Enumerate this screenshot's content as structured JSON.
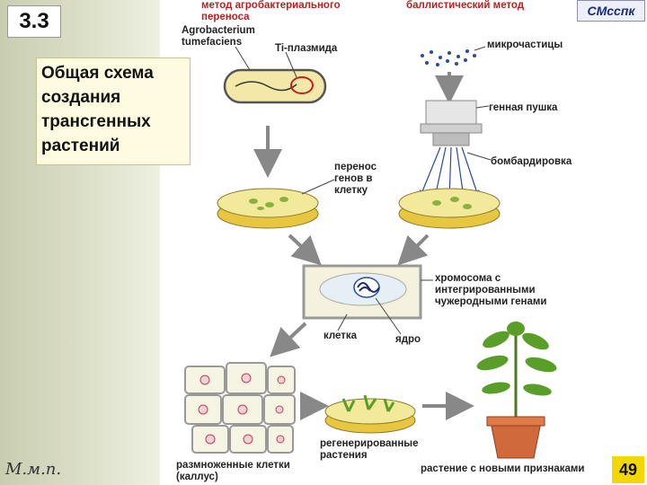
{
  "slide": {
    "number": "3.3",
    "title": "Общая схема\nсоздания\nтрансгенных\nрастений",
    "author": "М.м.п.",
    "brand": "СМсспк",
    "page": "49"
  },
  "labels": {
    "agro_method": "метод агробактериального\nпереноса",
    "ballistic_method": "баллистический метод",
    "agro_name": "Agrobacterium\ntumefaciens",
    "ti_plasmid": "Ti-плазмида",
    "microparticles": "микрочастицы",
    "gene_gun": "генная пушка",
    "transfer": "перенос\nгенов в\nклетку",
    "bombardment": "бомбардировка",
    "chromosome": "хромосома с\nинтегрированными\nчужеродными генами",
    "cell": "клетка",
    "nucleus": "ядро",
    "callus": "размноженные клетки\n(каллус)",
    "regenerated": "регенерированные\nрастения",
    "new_plant": "растение с новыми признаками"
  },
  "colors": {
    "accent_red": "#b82020",
    "dish": "#e8c640",
    "leaf": "#5a9e2a",
    "pot": "#d06a3a"
  }
}
